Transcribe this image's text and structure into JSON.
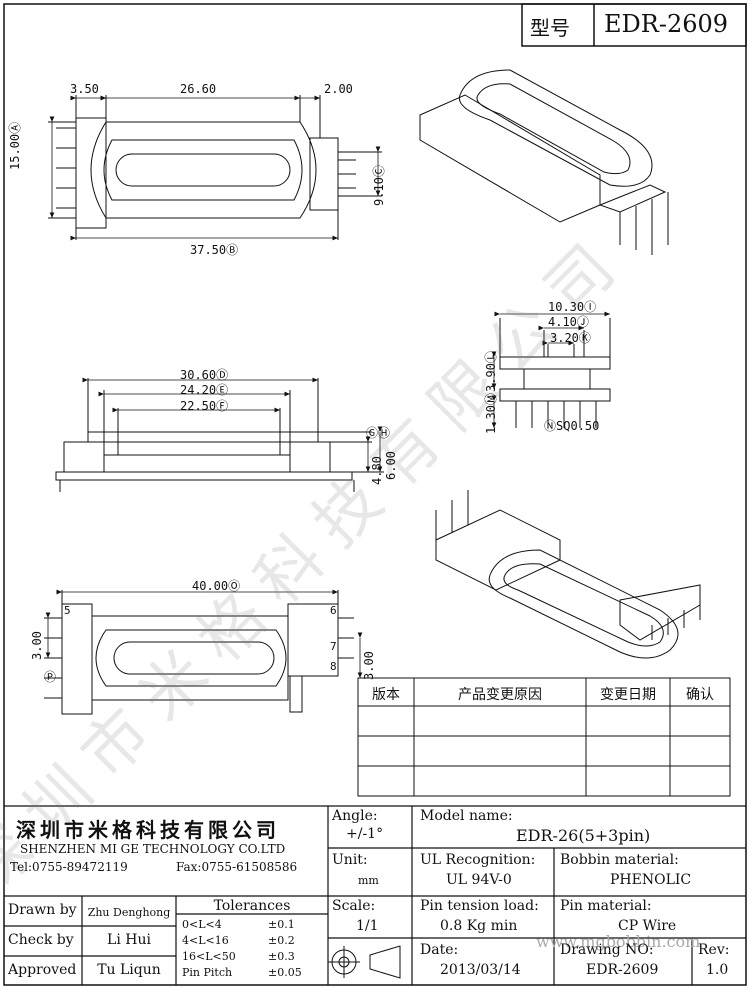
{
  "header": {
    "type_label": "型号",
    "part_no": "EDR-2609"
  },
  "watermark": "深圳市米格科技有限公司",
  "dims": {
    "top": [
      "3.50",
      "26.60",
      "2.00",
      "15.00Ⓐ",
      "9.10Ⓒ",
      "37.50Ⓑ"
    ],
    "front": [
      "30.60Ⓓ",
      "24.20Ⓔ",
      "22.50Ⓕ",
      "ⒼⒽ",
      "4.80",
      "6.00"
    ],
    "side": [
      "10.30Ⓘ",
      "4.10Ⓙ",
      "3.20Ⓚ",
      "3.90Ⓛ",
      "1.30Ⓜ",
      "ⓃSQ0.50"
    ],
    "bottom": [
      "40.00Ⓞ",
      "3.00",
      "Ⓟ",
      "3.00",
      "5",
      "6",
      "7",
      "8"
    ]
  },
  "revision": {
    "headers": [
      "版本",
      "产品变更原因",
      "变更日期",
      "确认"
    ]
  },
  "title_block": {
    "company_cn": "深圳市米格科技有限公司",
    "company_en": "SHENZHEN  MI GE TECHNOLOGY  CO.LTD",
    "tel": "Tel:0755-89472119",
    "fax": "Fax:0755-61508586",
    "drawn_by_label": "Drawn by",
    "drawn_by": "Zhu Denghong",
    "check_by_label": "Check by",
    "check_by": "Li Hui",
    "approved_label": "Approved",
    "approved": "Tu Liqun",
    "tolerances_title": "Tolerances",
    "tolerances": [
      {
        "range": "0<L<4",
        "tol": "±0.1"
      },
      {
        "range": "4<L<16",
        "tol": "±0.2"
      },
      {
        "range": "16<L<50",
        "tol": "±0.3"
      },
      {
        "range": "Pin Pitch",
        "tol": "±0.05"
      }
    ],
    "angle_label": "Angle:",
    "angle": "+/-1°",
    "unit_label": "Unit:",
    "unit": "mm",
    "scale_label": "Scale:",
    "scale": "1/1",
    "model_label": "Model name:",
    "model": "EDR-26(5+3pin)",
    "ul_label": "UL Recognition:",
    "ul": "UL 94V-0",
    "bobbin_label": "Bobbin material:",
    "bobbin": "PHENOLIC",
    "tension_label": "Pin tension load:",
    "tension": "0.8 Kg min",
    "pin_mat_label": "Pin material:",
    "pin_mat": "CP Wire",
    "date_label": "Date:",
    "date": "2013/03/14",
    "drawing_label": "Drawing NO:",
    "drawing": "EDR-2609",
    "rev_label": "Rev:",
    "rev": "1.0",
    "website": "www.mgbobbin.com"
  }
}
